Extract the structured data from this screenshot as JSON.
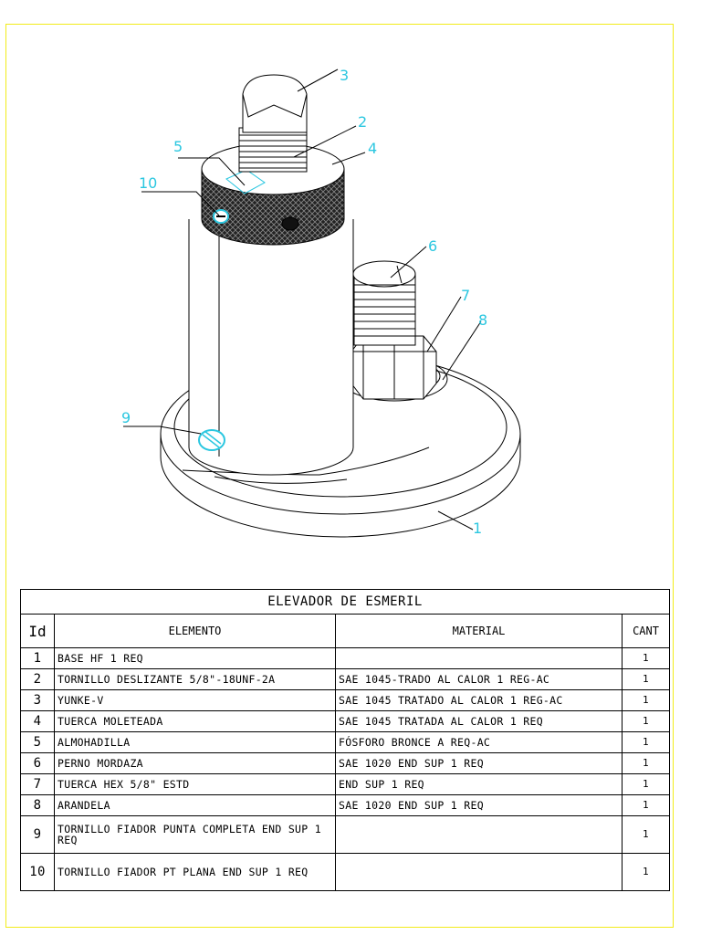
{
  "drawing": {
    "callouts": [
      {
        "id": "1",
        "label": "1"
      },
      {
        "id": "2",
        "label": "2"
      },
      {
        "id": "3",
        "label": "3"
      },
      {
        "id": "4",
        "label": "4"
      },
      {
        "id": "5",
        "label": "5"
      },
      {
        "id": "6",
        "label": "6"
      },
      {
        "id": "7",
        "label": "7"
      },
      {
        "id": "8",
        "label": "8"
      },
      {
        "id": "9",
        "label": "9"
      },
      {
        "id": "10",
        "label": "10"
      }
    ],
    "colors": {
      "frame": "#f2ec1a",
      "callout": "#2bc7e0",
      "line": "#000000"
    }
  },
  "bom": {
    "title": "ELEVADOR DE ESMERIL",
    "headers": {
      "id": "Id",
      "element": "ELEMENTO",
      "material": "MATERIAL",
      "qty": "CANT"
    },
    "rows": [
      {
        "id": "1",
        "element": "BASE HF 1 REQ",
        "material": "",
        "qty": "1"
      },
      {
        "id": "2",
        "element": "TORNILLO DESLIZANTE 5/8\"-18UNF-2A",
        "material": "SAE 1045-TRADO AL CALOR 1 REG-AC",
        "qty": "1"
      },
      {
        "id": "3",
        "element": "YUNKE-V",
        "material": "SAE 1045 TRATADO AL CALOR 1 REG-AC",
        "qty": "1"
      },
      {
        "id": "4",
        "element": "TUERCA MOLETEADA",
        "material": "SAE 1045 TRATADA AL CALOR 1 REQ",
        "qty": "1"
      },
      {
        "id": "5",
        "element": "ALMOHADILLA",
        "material": "FÓSFORO BRONCE A REQ-AC",
        "qty": "1"
      },
      {
        "id": "6",
        "element": "PERNO MORDAZA",
        "material": "SAE 1020 END SUP 1 REQ",
        "qty": "1"
      },
      {
        "id": "7",
        "element": "TUERCA HEX 5/8\" ESTD",
        "material": "END SUP 1 REQ",
        "qty": "1"
      },
      {
        "id": "8",
        "element": "ARANDELA",
        "material": "SAE 1020 END SUP 1 REQ",
        "qty": "1"
      },
      {
        "id": "9",
        "element": "TORNILLO FIADOR PUNTA COMPLETA END SUP 1 REQ",
        "material": "",
        "qty": "1"
      },
      {
        "id": "10",
        "element": "TORNILLO FIADOR PT PLANA END SUP 1 REQ",
        "material": "",
        "qty": "1"
      }
    ]
  }
}
